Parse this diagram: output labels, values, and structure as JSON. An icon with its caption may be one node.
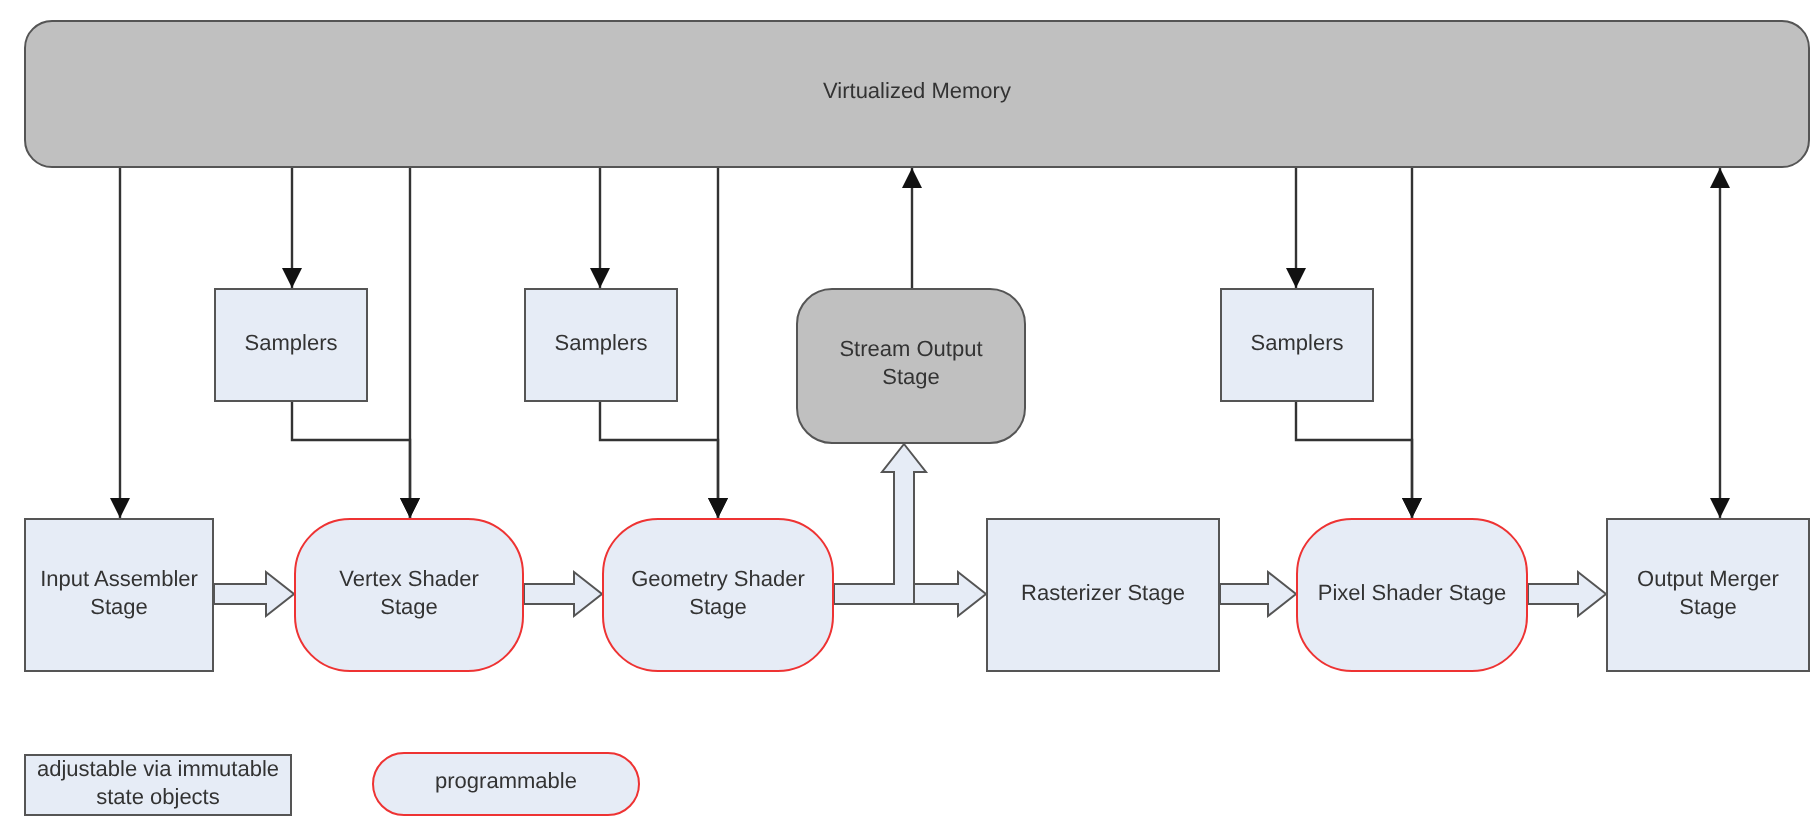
{
  "diagram": {
    "nodes": [
      {
        "text": [
          "Virtualized Memory"
        ]
      },
      {
        "text": [
          "Samplers"
        ]
      },
      {
        "text": [
          "Samplers"
        ]
      },
      {
        "text": [
          "Stream Output Stage"
        ]
      },
      {
        "text": [
          "Samplers"
        ]
      },
      {
        "text": [
          "Input Assembler Stage"
        ]
      },
      {
        "text": [
          "Vertex Shader Stage"
        ]
      },
      {
        "text": [
          "Geometry Shader Stage"
        ]
      },
      {
        "text": [
          "Rasterizer Stage"
        ]
      },
      {
        "text": [
          "Pixel Shader Stage"
        ]
      },
      {
        "text": [
          "Output Merger Stage"
        ]
      },
      {
        "text": [
          "adjustable via immutable state objects"
        ]
      },
      {
        "text": [
          "programmable"
        ]
      }
    ],
    "edges": [
      {
        "from": 0,
        "to": 5,
        "arrow": "to"
      },
      {
        "from": 0,
        "to": 1,
        "arrow": "to"
      },
      {
        "from": 0,
        "to": 6,
        "arrow": "to"
      },
      {
        "from": 1,
        "to": 6,
        "arrow": "to"
      },
      {
        "from": 0,
        "to": 2,
        "arrow": "to"
      },
      {
        "from": 0,
        "to": 7,
        "arrow": "to"
      },
      {
        "from": 2,
        "to": 7,
        "arrow": "to"
      },
      {
        "from": 3,
        "to": 0,
        "arrow": "to"
      },
      {
        "from": 0,
        "to": 4,
        "arrow": "to"
      },
      {
        "from": 0,
        "to": 9,
        "arrow": "to"
      },
      {
        "from": 4,
        "to": 9,
        "arrow": "to"
      },
      {
        "from": 10,
        "to": 0,
        "arrow": "both"
      },
      {
        "from": 5,
        "to": 6,
        "arrow": "to",
        "style": "thick"
      },
      {
        "from": 6,
        "to": 7,
        "arrow": "to",
        "style": "thick"
      },
      {
        "from": 7,
        "to": 8,
        "arrow": "to",
        "style": "thick"
      },
      {
        "from": 7,
        "to": 3,
        "arrow": "to",
        "style": "thick"
      },
      {
        "from": 8,
        "to": 9,
        "arrow": "to",
        "style": "thick"
      },
      {
        "from": 9,
        "to": 10,
        "arrow": "to",
        "style": "thick"
      }
    ]
  }
}
